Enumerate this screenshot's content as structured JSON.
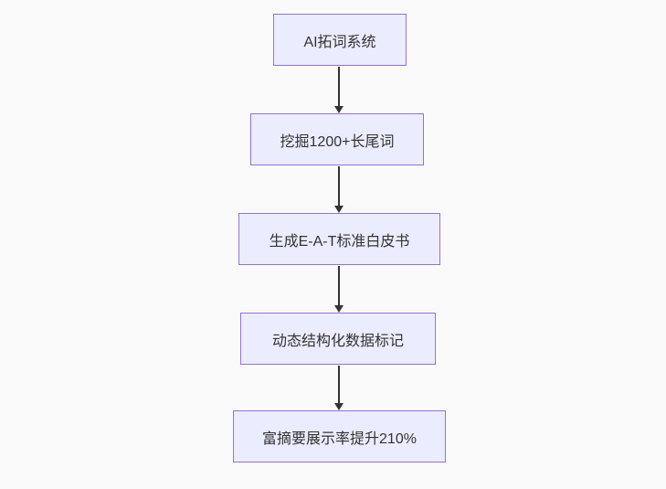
{
  "diagram": {
    "type": "flowchart",
    "direction": "top-down",
    "nodes": [
      {
        "id": "A",
        "label": "AI拓词系统"
      },
      {
        "id": "B",
        "label": "挖掘1200+长尾词"
      },
      {
        "id": "C",
        "label": "生成E-A-T标准白皮书"
      },
      {
        "id": "D",
        "label": "动态结构化数据标记"
      },
      {
        "id": "E",
        "label": "富摘要展示率提升210%"
      }
    ],
    "edges": [
      {
        "from": "A",
        "to": "B",
        "label": ""
      },
      {
        "from": "B",
        "to": "C",
        "label": ""
      },
      {
        "from": "C",
        "to": "D",
        "label": ""
      },
      {
        "from": "D",
        "to": "E",
        "label": ""
      }
    ],
    "colors": {
      "node_fill": "#ECECFF",
      "node_border": "#9370DB",
      "arrow": "#333333",
      "text": "#333333",
      "background": "#FAFAFA"
    }
  }
}
